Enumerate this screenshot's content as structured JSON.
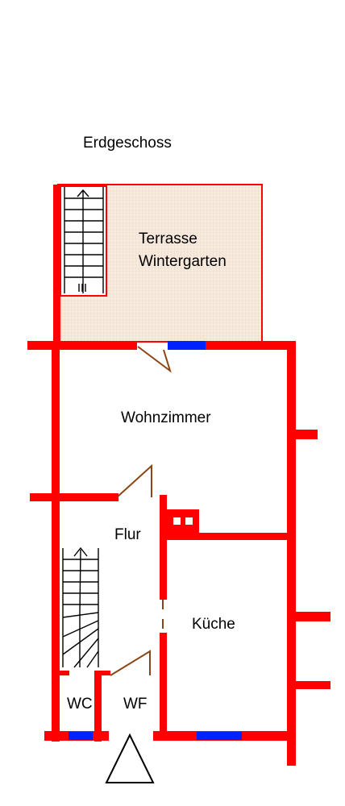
{
  "title": "Erdgeschoss",
  "rooms": {
    "terrasse_line1": "Terrasse",
    "terrasse_line2": "Wintergarten",
    "wohnzimmer": "Wohnzimmer",
    "flur": "Flur",
    "kueche": "Küche",
    "wc": "WC",
    "wf": "WF"
  },
  "colors": {
    "wall": "#ff0000",
    "window": "#0022ff",
    "door": "#8b4513",
    "terrace_fill": "#f7ebe0",
    "terrace_grid": "#e6c8b0"
  }
}
